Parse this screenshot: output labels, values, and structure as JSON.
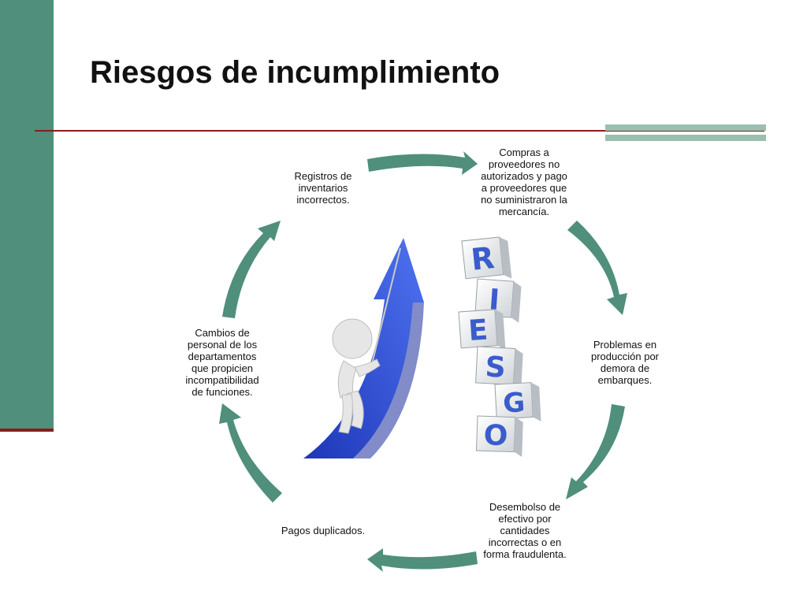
{
  "slide": {
    "title": "Riesgos de incumplimiento"
  },
  "cycle": {
    "nodes": [
      "Registros de inventarios incorrectos.",
      "Compras a proveedores no autorizados y pago a proveedores que no suministraron la mercancía.",
      "Problemas en producción por demora de embarques.",
      "Desembolso de efectivo por cantidades incorrectas o en forma fraudulenta.",
      "Pagos duplicados.",
      "Cambios de personal de los departamentos que propicien incompatibilidad de funciones."
    ]
  },
  "image": {
    "letters": [
      "R",
      "I",
      "E",
      "S",
      "G",
      "O"
    ]
  },
  "colors": {
    "accent_green": "#4f8f7b",
    "divider_red": "#8a1c1c",
    "arrow_blue": "#2b4bd0",
    "letter_blue": "#3a5ccc"
  }
}
